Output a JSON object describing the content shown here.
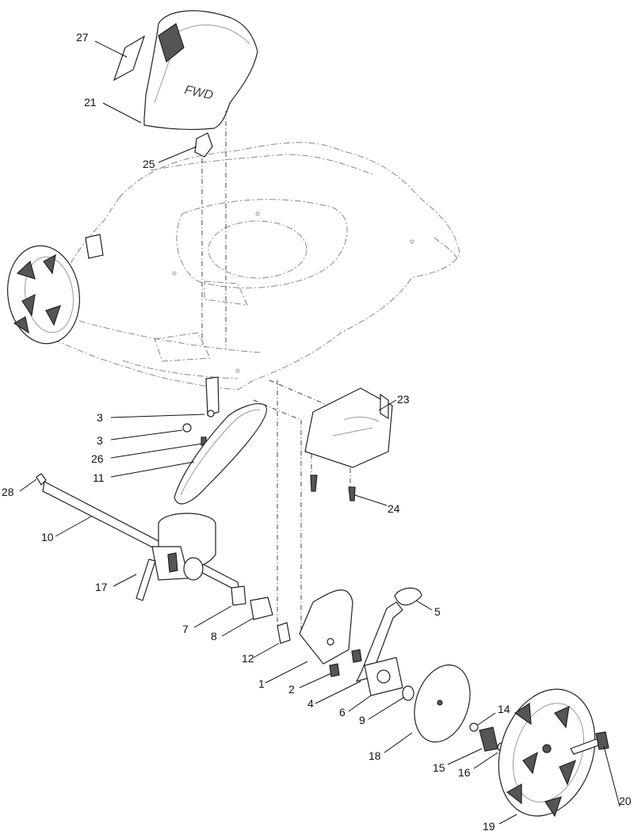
{
  "diagram": {
    "shroud_badge": "FWD",
    "callouts": [
      {
        "id": "c27",
        "label": "27"
      },
      {
        "id": "c21",
        "label": "21"
      },
      {
        "id": "c25",
        "label": "25"
      },
      {
        "id": "c23",
        "label": "23"
      },
      {
        "id": "c3a",
        "label": "3"
      },
      {
        "id": "c3b",
        "label": "3"
      },
      {
        "id": "c26",
        "label": "26"
      },
      {
        "id": "c11",
        "label": "11"
      },
      {
        "id": "c28",
        "label": "28"
      },
      {
        "id": "c24",
        "label": "24"
      },
      {
        "id": "c10",
        "label": "10"
      },
      {
        "id": "c17",
        "label": "17"
      },
      {
        "id": "c5",
        "label": "5"
      },
      {
        "id": "c7",
        "label": "7"
      },
      {
        "id": "c8",
        "label": "8"
      },
      {
        "id": "c12",
        "label": "12"
      },
      {
        "id": "c1",
        "label": "1"
      },
      {
        "id": "c2",
        "label": "2"
      },
      {
        "id": "c4",
        "label": "4"
      },
      {
        "id": "c6",
        "label": "6"
      },
      {
        "id": "c9",
        "label": "9"
      },
      {
        "id": "c14",
        "label": "14"
      },
      {
        "id": "c18",
        "label": "18"
      },
      {
        "id": "c15",
        "label": "15"
      },
      {
        "id": "c16",
        "label": "16"
      },
      {
        "id": "c20",
        "label": "20"
      },
      {
        "id": "c19",
        "label": "19"
      }
    ]
  }
}
